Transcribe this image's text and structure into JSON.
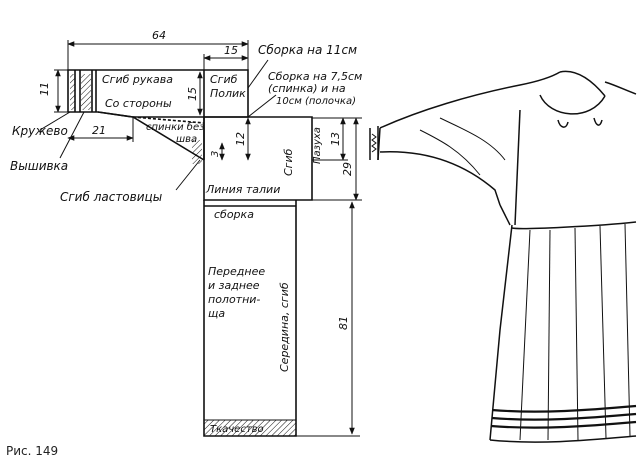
{
  "figure": {
    "caption": "Рис. 149",
    "pattern": {
      "dim_64": "64",
      "dim_15_top": "15",
      "dim_15_side": "15",
      "dim_11": "11",
      "dim_21": "21",
      "dim_12": "12",
      "dim_3": "3",
      "dim_13": "13",
      "dim_29": "29",
      "dim_81": "81",
      "gather_11": "Сборка на 11см",
      "gather_line1": "Сборка на 7,5см",
      "gather_line2": "(спинка) и на",
      "gather_line3": "10см (полочка)",
      "sleeve_fold": "Сгиб рукава",
      "side_seam": "Со стороны",
      "back_no_seam_1": "спинки без",
      "back_no_seam_2": "шва",
      "fold_polik_1": "Сгиб",
      "fold_polik_2": "Полик",
      "lace": "Кружево",
      "embroidery": "Вышивка",
      "gusset_fold": "Сгиб ластовицы",
      "fold": "Сгиб",
      "armpit": "Пазуха",
      "waist_line": "Линия талии",
      "gathering": "сборка",
      "panels_1": "Переднее",
      "panels_2": "и заднее",
      "panels_3": "полотни-",
      "panels_4": "ща",
      "middle_fold": "Середина, сгиб",
      "weave": "Ткачество"
    }
  }
}
